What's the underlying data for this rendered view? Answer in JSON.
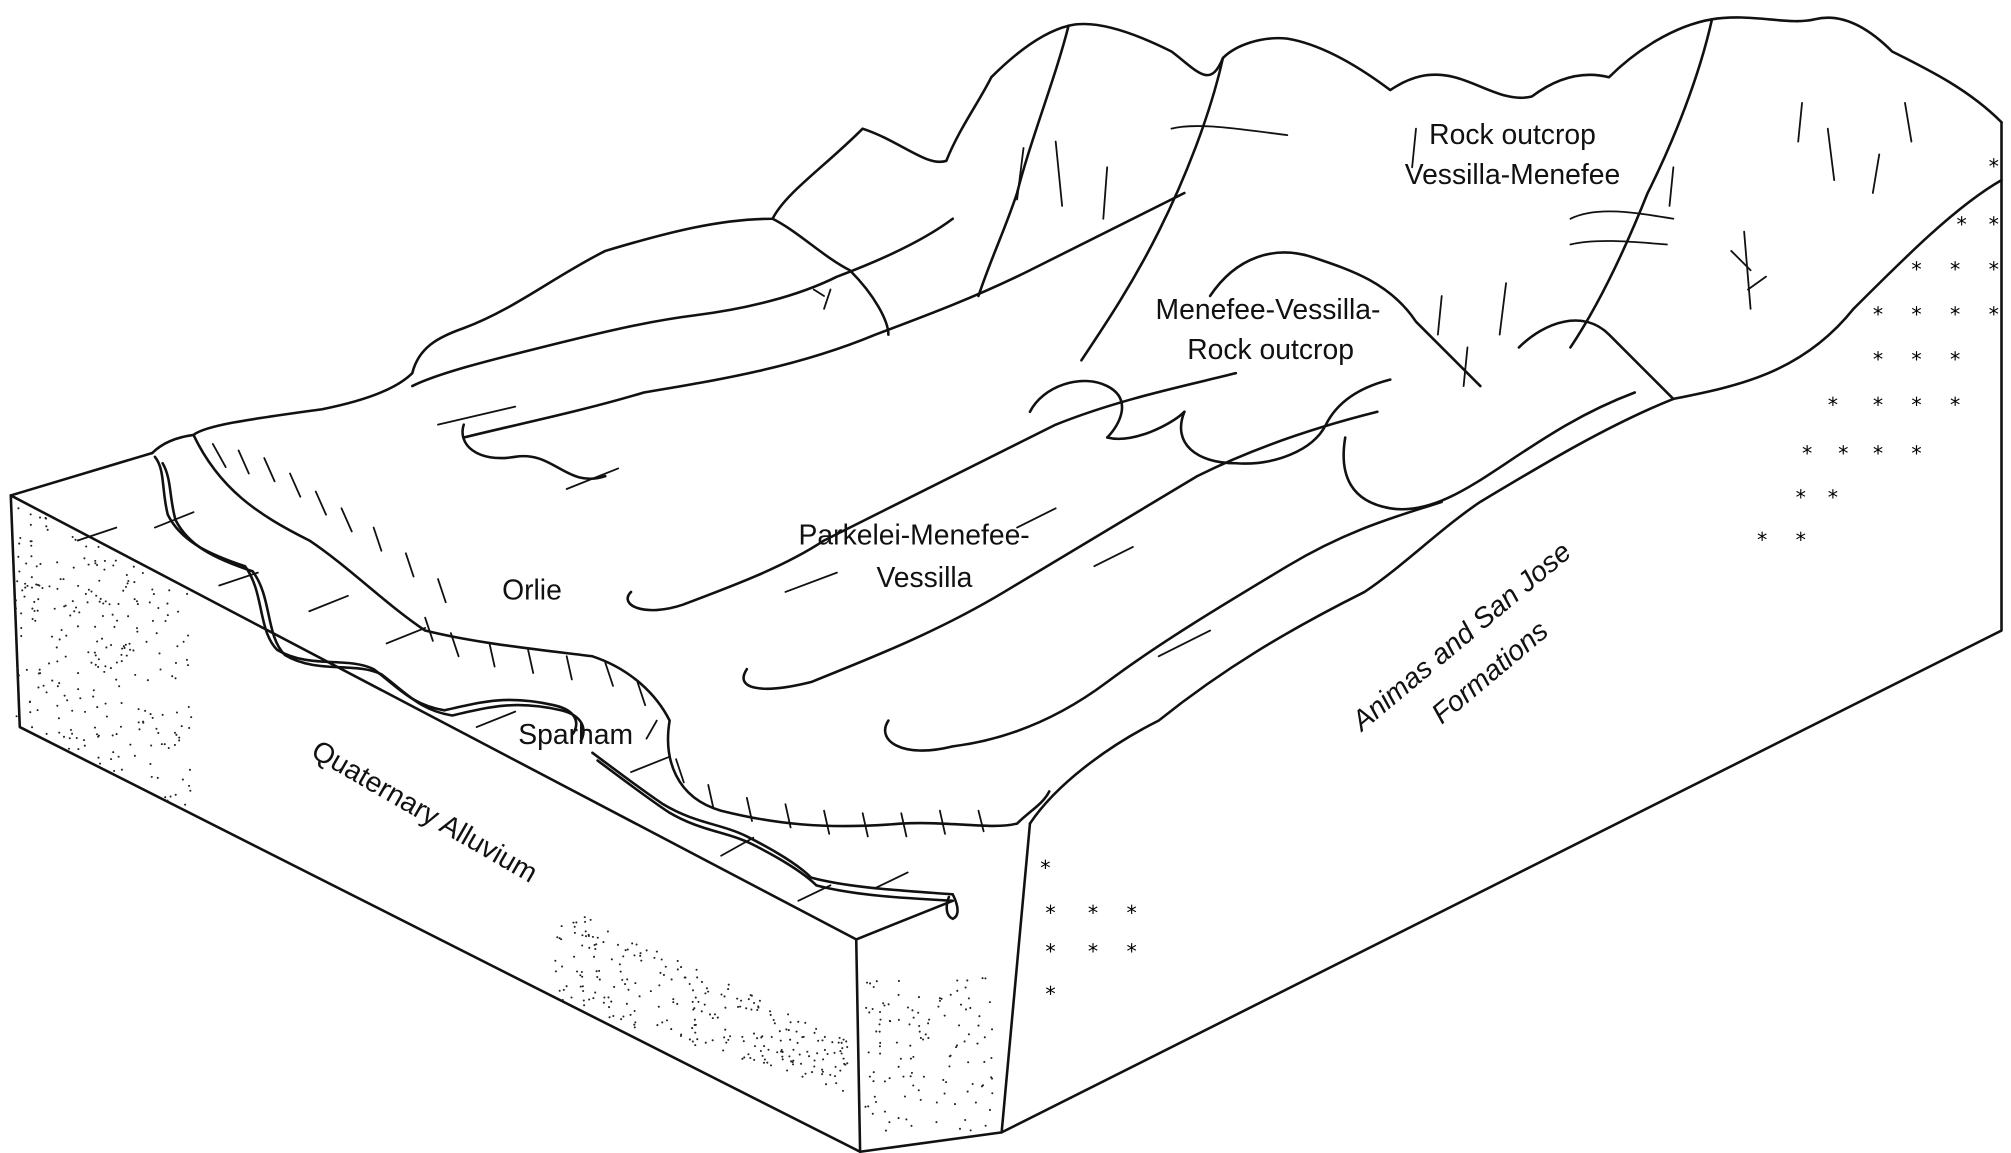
{
  "diagram": {
    "labels": {
      "rock_outcrop_top_1": "Rock outcrop",
      "rock_outcrop_top_2": "Vessilla-Menefee",
      "menefee_1": "Menefee-Vessilla-",
      "menefee_2": "Rock outcrop",
      "parkelei_1": "Parkelei-Menefee-",
      "parkelei_2": "Vessilla",
      "orlie": "Orlie",
      "sparham": "Sparham",
      "quaternary": "Quaternary Alluvium",
      "animas_1": "Animas and San Jose",
      "animas_2": "Formations"
    },
    "colors": {
      "line": "#111111",
      "background": "#ffffff"
    }
  }
}
